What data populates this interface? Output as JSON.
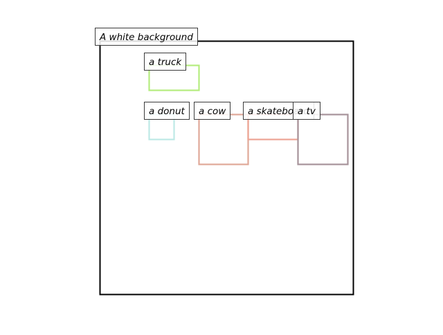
{
  "frame": {
    "label": "A white background"
  },
  "boxes": [
    {
      "id": "truck",
      "label": "a truck",
      "color": "#b5ec7e"
    },
    {
      "id": "donut",
      "label": "a donut",
      "color": "#bde9e6"
    },
    {
      "id": "cow",
      "label": "a cow",
      "color": "#e0a898"
    },
    {
      "id": "skateboard",
      "label": "a skateboard",
      "color": "#eda494"
    },
    {
      "id": "tv",
      "label": "a tv",
      "color": "#a6939a"
    }
  ]
}
